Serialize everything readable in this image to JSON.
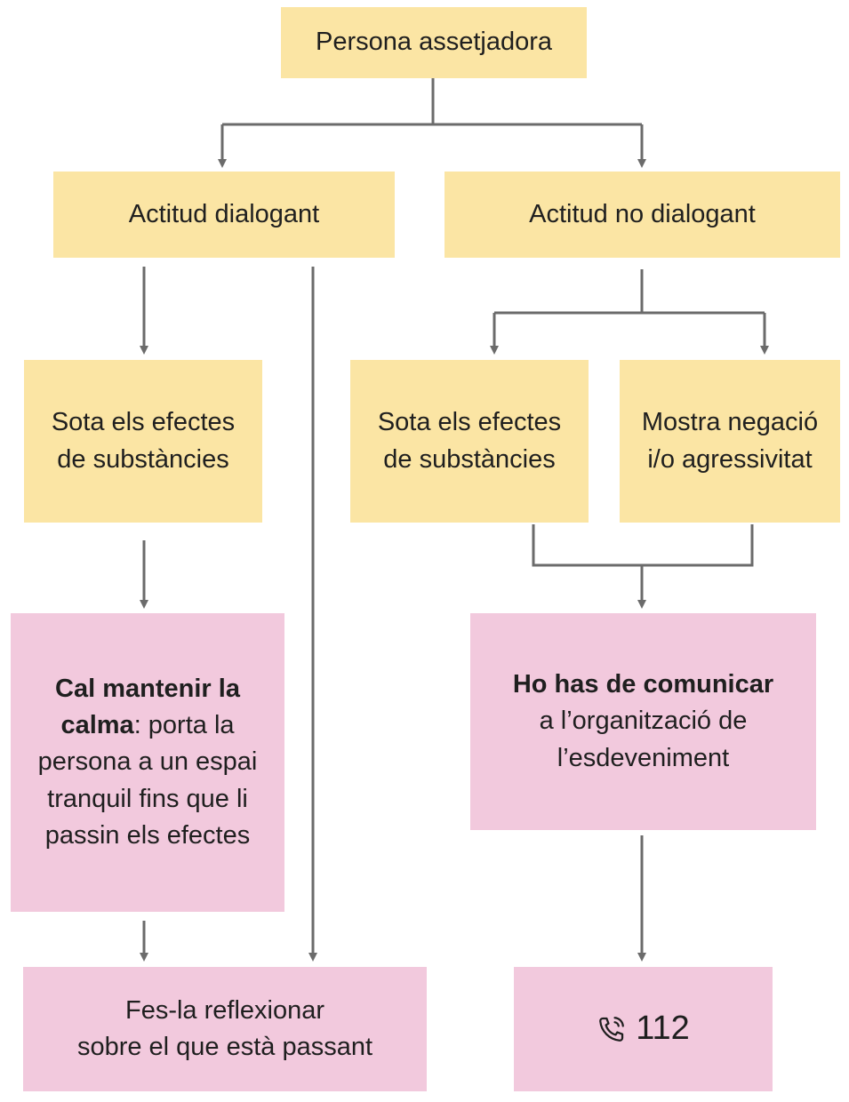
{
  "colors": {
    "yellow": "#fbe5a4",
    "pink": "#f2c9dd",
    "connector": "#6b6b6b"
  },
  "nodes": {
    "root": {
      "text": "Persona assetjadora"
    },
    "dialogant": {
      "text": "Actitud dialogant"
    },
    "no_dialogant": {
      "text": "Actitud no dialogant"
    },
    "substancies_left": {
      "line1": "Sota els efectes",
      "line2": "de substàncies"
    },
    "substancies_right": {
      "line1": "Sota els efectes",
      "line2": "de substàncies"
    },
    "negacio": {
      "line1": "Mostra negació",
      "line2": "i/o agressivitat"
    },
    "calma": {
      "bold": "Cal mantenir la calma",
      "rest": ": porta la persona a un espai tranquil fins que li passin els efectes"
    },
    "comunicar": {
      "bold": "Ho has de comunicar",
      "line2": "a l’organització de",
      "line3": "l’esdeveniment"
    },
    "reflexionar": {
      "line1": "Fes-la reflexionar",
      "line2": "sobre el que està passant"
    },
    "telefon": {
      "icon": "phone-icon",
      "number": "112"
    }
  }
}
